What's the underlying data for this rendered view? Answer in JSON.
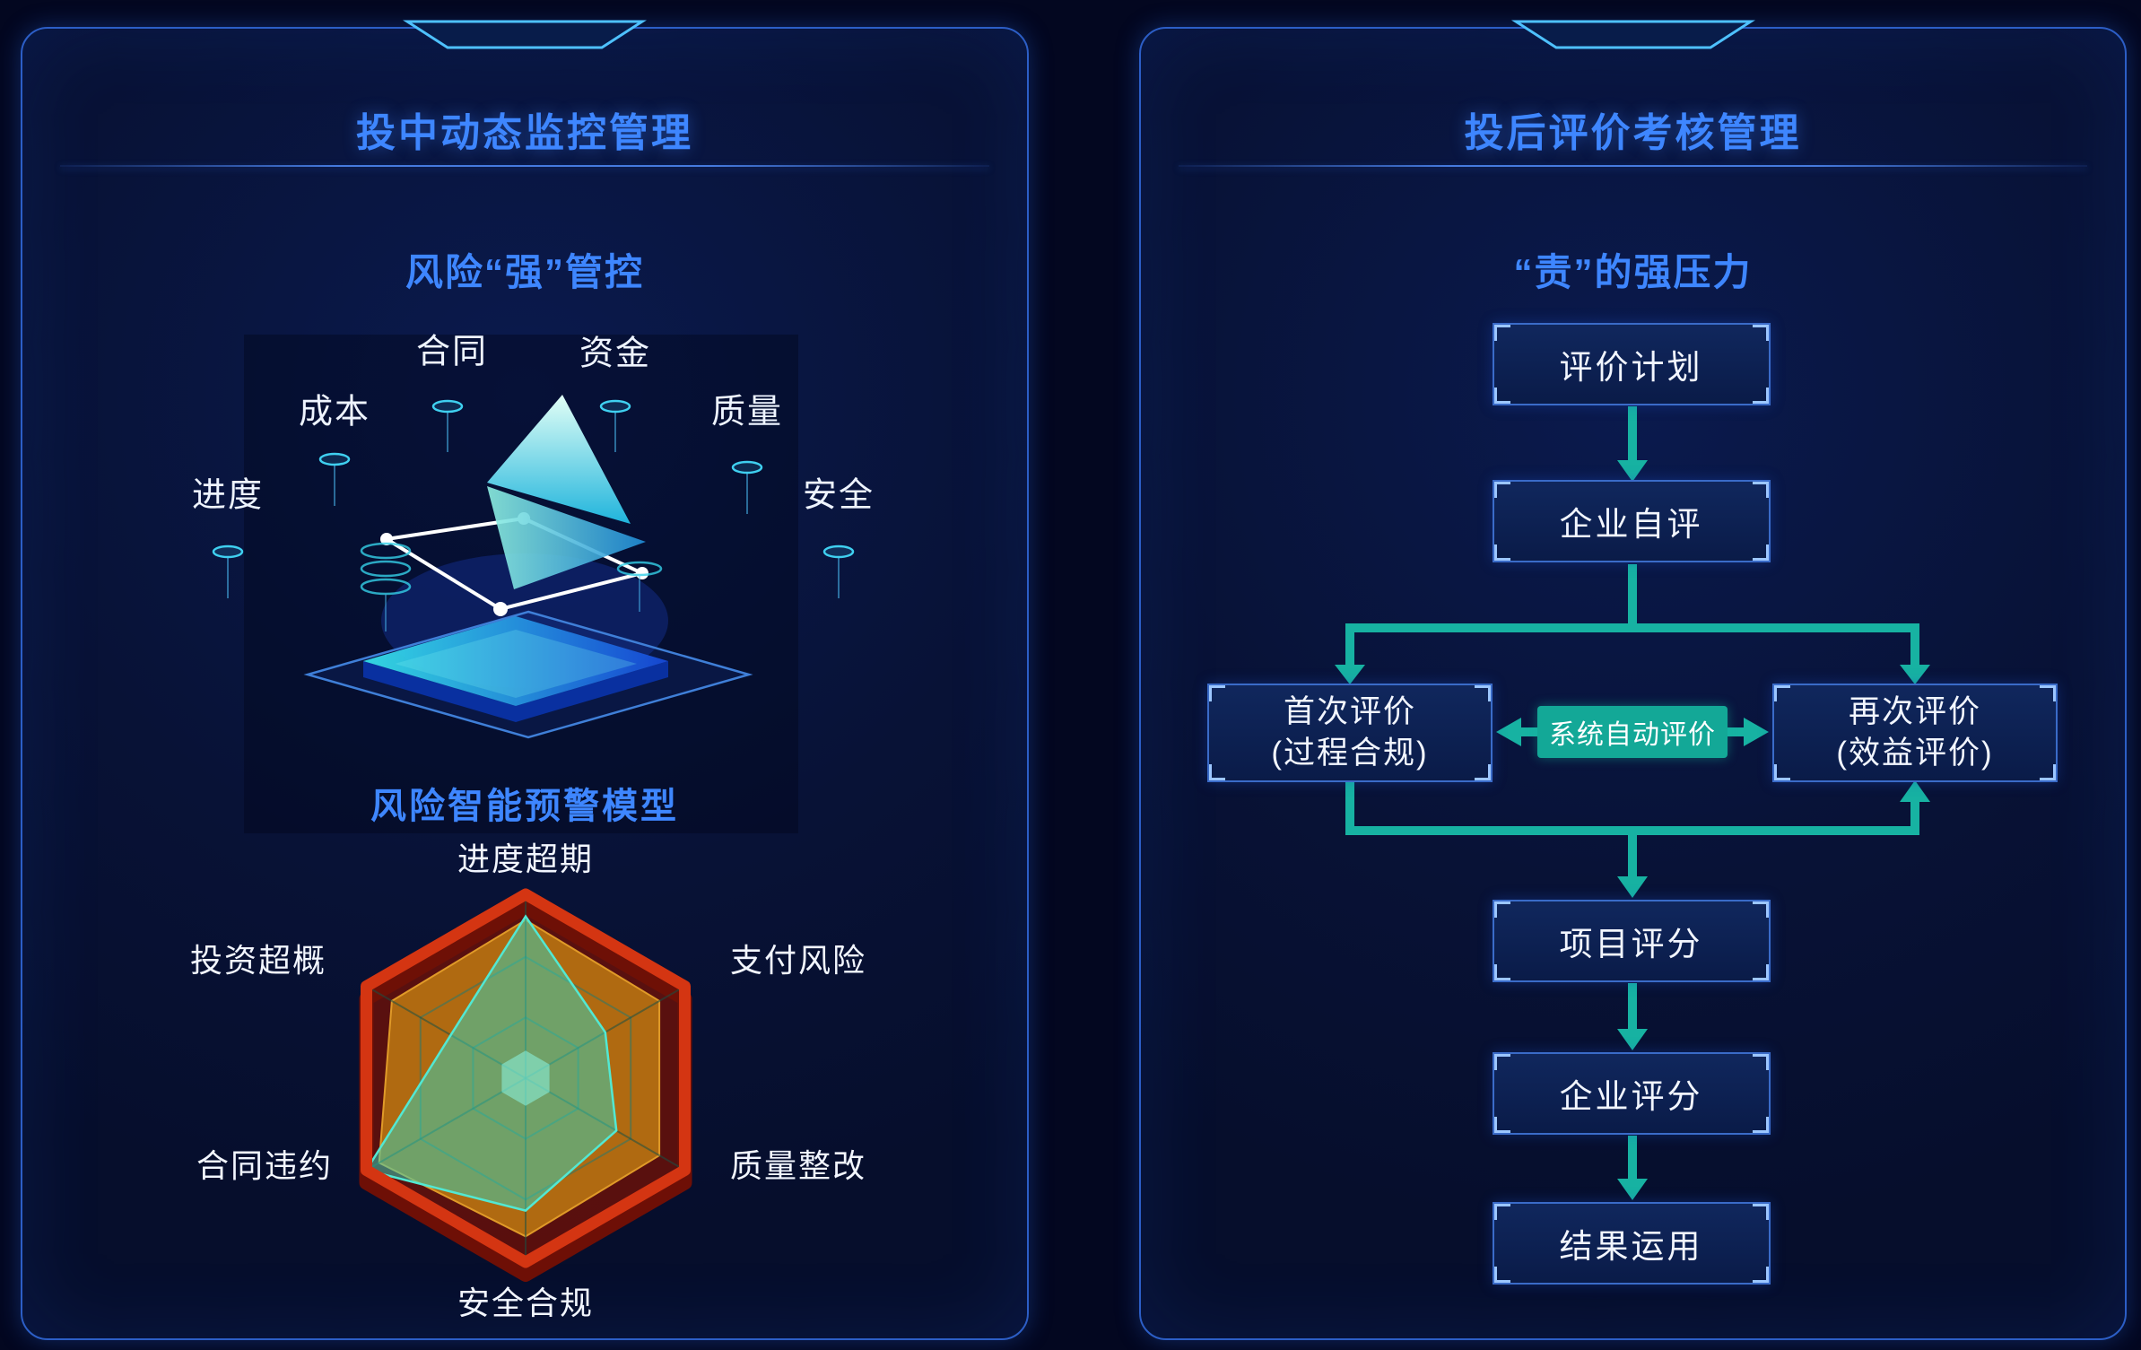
{
  "left_panel": {
    "title": "投中动态监控管理",
    "subtitle": "风险“强”管控",
    "model_caption": "风险智能预警模型",
    "risk_points": [
      {
        "label": "合同"
      },
      {
        "label": "资金"
      },
      {
        "label": "成本"
      },
      {
        "label": "质量"
      },
      {
        "label": "进度"
      },
      {
        "label": "安全"
      }
    ]
  },
  "chart_data": {
    "type": "radar",
    "title": "风险智能预警模型",
    "categories": [
      "进度超期",
      "支付风险",
      "质量整改",
      "安全合规",
      "合同违约",
      "投资超概"
    ],
    "range": [
      0,
      1
    ],
    "grid_levels": 2,
    "legend": "none",
    "outer_ring_color": "#d43512",
    "series": [
      {
        "color": "#c07a12",
        "fill_opacity": 0.85,
        "values": [
          0.86,
          0.84,
          0.84,
          0.86,
          0.92,
          0.84
        ]
      },
      {
        "color": "#2fd8c0",
        "fill_opacity": 0.5,
        "values": [
          0.88,
          0.5,
          0.57,
          0.72,
          1.0,
          0.47
        ]
      }
    ]
  },
  "right_panel": {
    "title": "投后评价考核管理",
    "subtitle": "“责”的强压力",
    "flow": {
      "plan": "评价计划",
      "self_eval": "企业自评",
      "first_eval_line1": "首次评价",
      "first_eval_line2": "(过程合规)",
      "auto_eval": "系统自动评价",
      "second_eval_line1": "再次评价",
      "second_eval_line2": "(效益评价)",
      "project_score": "项目评分",
      "enterprise_score": "企业评分",
      "result_use": "结果运用"
    }
  },
  "colors": {
    "background": "#030720",
    "panel_border": "#2c5ec6",
    "title_blue": "#3e86ff",
    "arrow_teal": "#17b2a2",
    "radar_red": "#d43512"
  }
}
